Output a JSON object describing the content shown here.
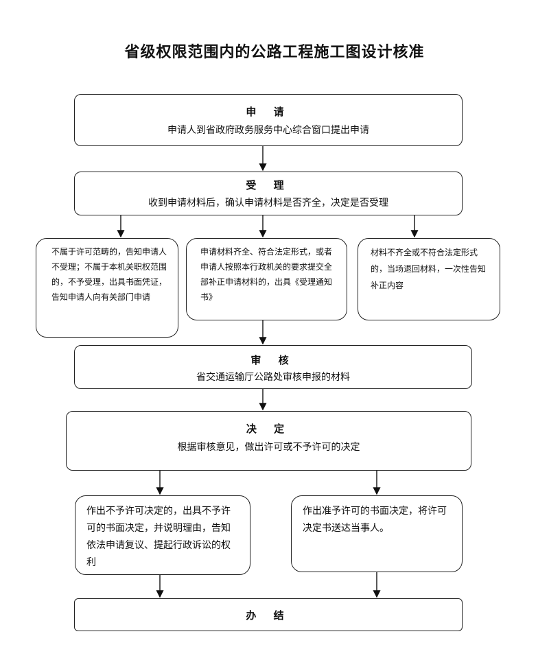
{
  "title": "省级权限范围内的公路工程施工图设计核准",
  "steps": {
    "apply": {
      "head": "申 请",
      "body": "申请人到省政府政务服务中心综合窗口提出申请"
    },
    "accept": {
      "head": "受 理",
      "body": "收到申请材料后，确认申请材料是否齐全，决定是否受理"
    },
    "review": {
      "head": "审 核",
      "body": "省交通运输厅公路处审核申报的材料"
    },
    "decide": {
      "head": "决 定",
      "body": "根据审核意见，做出许可或不予许可的决定"
    },
    "finish": {
      "head": "办 结"
    }
  },
  "branches": {
    "left": "不属于许可范畴的，告知申请人不受理；不属于本机关职权范围的，不予受理，出具书面凭证，告知申请人向有关部门申请",
    "middle": "申请材料齐全、符合法定形式，或者申请人按照本行政机关的要求提交全部补正申请材料的，出具《受理通知书》",
    "right": "材料不齐全或不符合法定形式的，当场退回材料，一次性告知补正内容",
    "deny": "作出不予许可决定的，出具不予许可的书面决定，并说明理由，告知依法申请复议、提起行政诉讼的权利",
    "grant": "作出准予许可的书面决定，将许可决定书送达当事人。"
  }
}
